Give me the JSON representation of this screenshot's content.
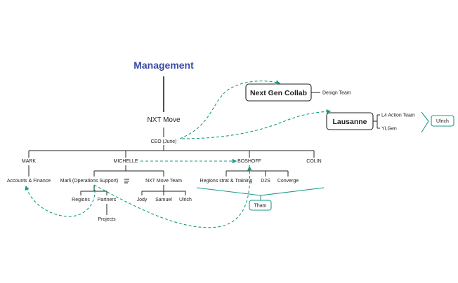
{
  "title": "Management",
  "nodes": {
    "nxt_move": "NXT Move",
    "ceo": "CEO (Jurie)",
    "next_gen_collab": "Next Gen Collab",
    "design_team": "Design Team",
    "lausanne": "Lausanne",
    "l4_action_team": "L4 Action Team",
    "ylgen": "YLGen",
    "ulrich_box": "Ulrich",
    "mark": "MARK",
    "michelle": "MICHELLE",
    "boshoff": "BOSHOFF",
    "colin": "COLIN",
    "accounts_finance": "Accounts & Finance",
    "marli": "Marli (Operations Support)",
    "nxt_move_team": "NXT Move Team",
    "regions_strat": "Regions strat & Training",
    "d2s": "D2S",
    "converge": "Converge",
    "regions": "Regions",
    "partners": "Partners",
    "projects": "Projects",
    "jody": "Jody",
    "samuel": "Samuel",
    "ulrich": "Ulrich",
    "thato": "Thato"
  },
  "colors": {
    "title": "#3a4aa6",
    "text": "#222222",
    "accent": "#1a9a88"
  },
  "icons": {
    "notes": "notes-icon"
  }
}
